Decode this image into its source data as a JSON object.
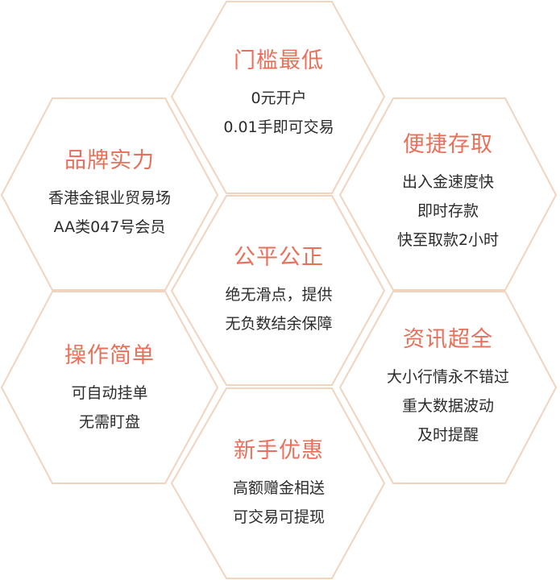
{
  "colors": {
    "title": "#e8705a",
    "text": "#2b2b2b",
    "border": "#f2d3bd",
    "background": "#ffffff"
  },
  "hexagons": [
    {
      "title": "门槛最低",
      "lines": [
        "0元开户",
        "0.01手即可交易"
      ]
    },
    {
      "title": "品牌实力",
      "lines": [
        "香港金银业贸易场",
        "AA类047号会员"
      ]
    },
    {
      "title": "便捷存取",
      "lines": [
        "出入金速度快",
        "即时存款",
        "快至取款2小时"
      ]
    },
    {
      "title": "公平公正",
      "lines": [
        "绝无滑点，提供",
        "无负数结余保障"
      ]
    },
    {
      "title": "操作简单",
      "lines": [
        "可自动挂单",
        "无需盯盘"
      ]
    },
    {
      "title": "资讯超全",
      "lines": [
        "大小行情永不错过",
        "重大数据波动",
        "及时提醒"
      ]
    },
    {
      "title": "新手优惠",
      "lines": [
        "高额赠金相送",
        "可交易可提现"
      ]
    }
  ]
}
